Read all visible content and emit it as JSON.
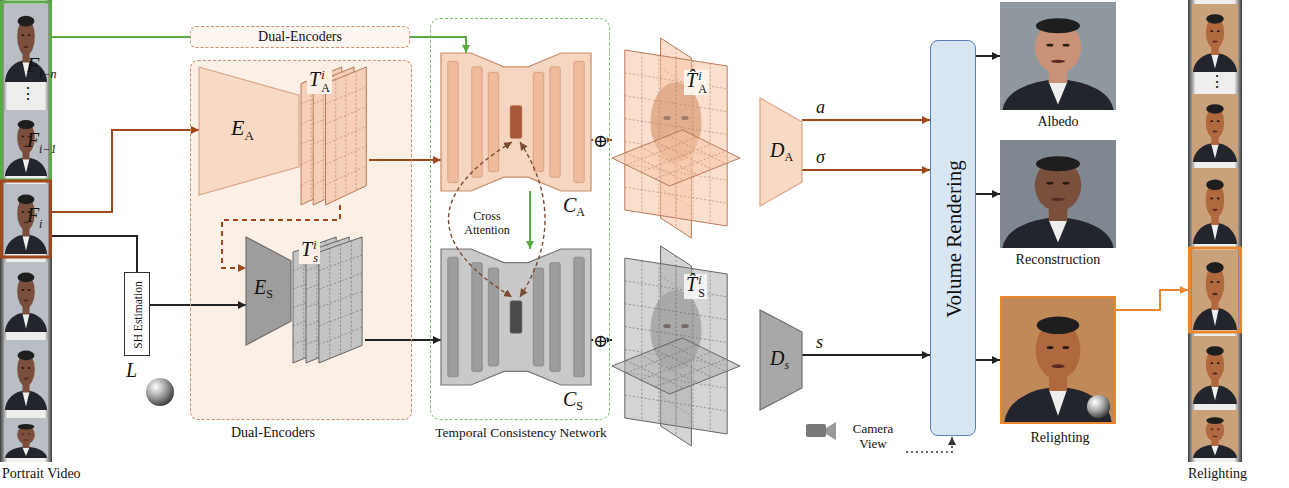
{
  "diagram": {
    "nodes": [
      {
        "text": [
          "Portrait Video"
        ]
      },
      {
        "text": [
          "Dual-Encoders"
        ]
      },
      {
        "text": [
          "Dual-Encoders"
        ]
      },
      {
        "text": [
          "E",
          "A"
        ],
        "in": 2
      },
      {
        "text": [
          "T",
          "i",
          "A"
        ],
        "in": 2
      },
      {
        "text": [
          "E",
          "S"
        ],
        "in": 2
      },
      {
        "text": [
          "T",
          "i",
          "s"
        ],
        "in": 2
      },
      {
        "text": [
          "SH Estimation"
        ]
      },
      {
        "text": [
          "Temporal Consistency Network"
        ]
      },
      {
        "text": [
          "C",
          "A"
        ],
        "in": 8
      },
      {
        "text": [
          "C",
          "S"
        ],
        "in": 8
      },
      {
        "text": [
          "T̂",
          "i",
          "A"
        ]
      },
      {
        "text": [
          "T̂",
          "i",
          "S"
        ]
      },
      {
        "text": [
          "D",
          "A"
        ]
      },
      {
        "text": [
          "D",
          "s"
        ]
      },
      {
        "text": [
          "Volume Rendering"
        ]
      },
      {
        "text": [
          "Albedo"
        ]
      },
      {
        "text": [
          "Reconstruction"
        ]
      },
      {
        "text": [
          "Relighting"
        ]
      },
      {
        "text": [
          "Relighting"
        ]
      }
    ],
    "edges": [
      {
        "from": 0,
        "to": 3,
        "arrow": "to"
      },
      {
        "from": 0,
        "to": 7,
        "arrow": "none"
      },
      {
        "from": 7,
        "to": 5,
        "arrow": "to"
      },
      {
        "from": 4,
        "to": 5,
        "arrow": "to"
      },
      {
        "from": 0,
        "to": 1,
        "arrow": "none"
      },
      {
        "from": 1,
        "to": 9,
        "arrow": "to"
      },
      {
        "from": 9,
        "to": 10,
        "arrow": "to"
      },
      {
        "from": 4,
        "to": 9,
        "arrow": "to"
      },
      {
        "from": 6,
        "to": 10,
        "arrow": "to"
      },
      {
        "from": 9,
        "to": 11,
        "arrow": "to"
      },
      {
        "from": 10,
        "to": 12,
        "arrow": "to"
      },
      {
        "from": 13,
        "to": 15,
        "label": "a",
        "arrow": "to"
      },
      {
        "from": 13,
        "to": 15,
        "label": "σ",
        "arrow": "to"
      },
      {
        "from": 14,
        "to": 15,
        "label": "s",
        "arrow": "to"
      },
      {
        "from": 15,
        "to": 16,
        "arrow": "to"
      },
      {
        "from": 15,
        "to": 17,
        "arrow": "to"
      },
      {
        "from": 15,
        "to": 18,
        "arrow": "to"
      },
      {
        "from": 18,
        "to": 19,
        "arrow": "to"
      }
    ],
    "labels": [
      "F",
      "i−n",
      "⋮",
      "F",
      "i−1",
      "F",
      "i",
      "L",
      "Cross Attention",
      "⊕",
      "⊕",
      "Camera View",
      "⋮"
    ]
  }
}
